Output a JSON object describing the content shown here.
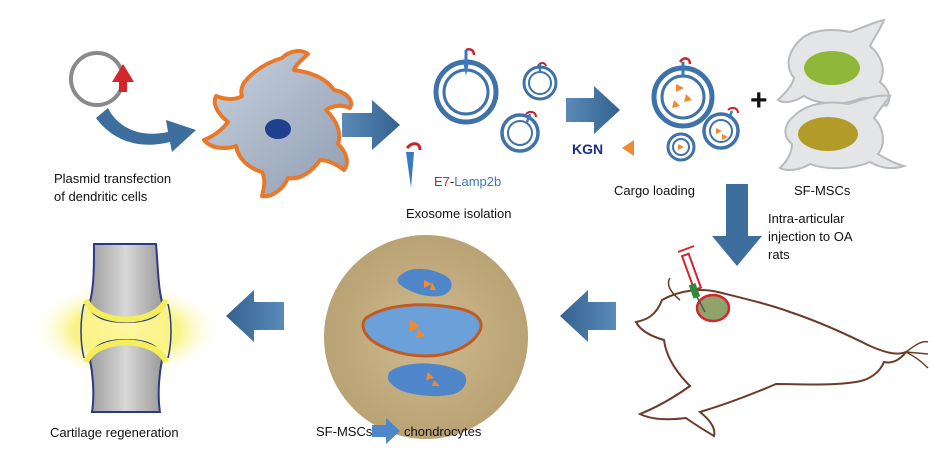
{
  "labels": {
    "plasmid_line1": "Plasmid transfection",
    "plasmid_line2": "of dendritic cells",
    "e7": "E7",
    "e7_sep": "-",
    "lamp2b": "Lamp2b",
    "exosome_isolation": "Exosome isolation",
    "kgn": "KGN",
    "cargo_loading": "Cargo loading",
    "plus": "+",
    "sf_mscs": "SF-MSCs",
    "injection_line1": "Intra-articular",
    "injection_line2": "injection to OA",
    "injection_line3": "rats",
    "cartilage_regeneration": "Cartilage regeneration",
    "diff_from": "SF-MSCs",
    "diff_to": "chondrocytes"
  },
  "colors": {
    "arrow_blue": "#3d6e9e",
    "dendritic_fill": "#9aa8bd",
    "dendritic_outline": "#e8782a",
    "nucleus": "#1f3f8f",
    "exosome_ring": "#3f72a8",
    "lamp2b_blue": "#3b78c2",
    "e7_red": "#c0282c",
    "kgn_orange": "#f08a30",
    "msc_green": "#8fb83a",
    "msc_olive": "#b39b2a",
    "dish_fill": "#c4ae84",
    "chondro_blue": "#4f86c9",
    "cartilage_glow": "#f5ee5a",
    "rat_outline": "#6b3b2a"
  }
}
